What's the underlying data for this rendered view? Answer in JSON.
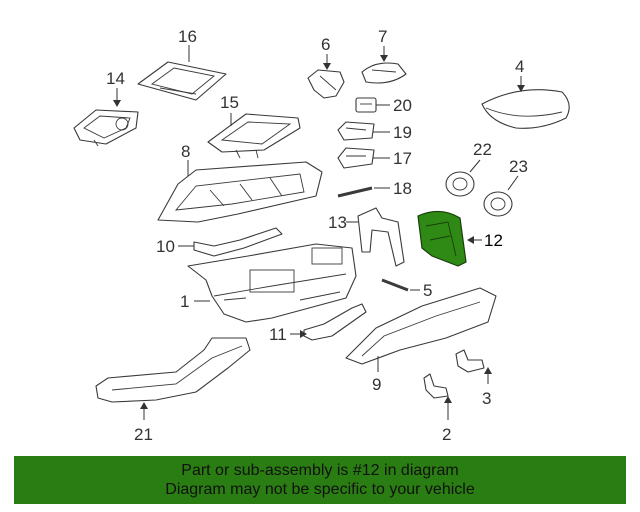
{
  "diagram": {
    "callouts": {
      "c1": "1",
      "c2": "2",
      "c3": "3",
      "c4": "4",
      "c5": "5",
      "c6": "6",
      "c7": "7",
      "c8": "8",
      "c9": "9",
      "c10": "10",
      "c11": "11",
      "c12": "12",
      "c13": "13",
      "c14": "14",
      "c15": "15",
      "c16": "16",
      "c17": "17",
      "c18": "18",
      "c19": "19",
      "c20": "20",
      "c21": "21",
      "c22": "22",
      "c23": "23"
    },
    "highlighted_part": "12",
    "highlight_color": "#2e8a14"
  },
  "banner": {
    "line1": "Part or sub-assembly is #12 in diagram",
    "line2": "Diagram may not be specific to your vehicle",
    "color": "#2a7d12"
  }
}
